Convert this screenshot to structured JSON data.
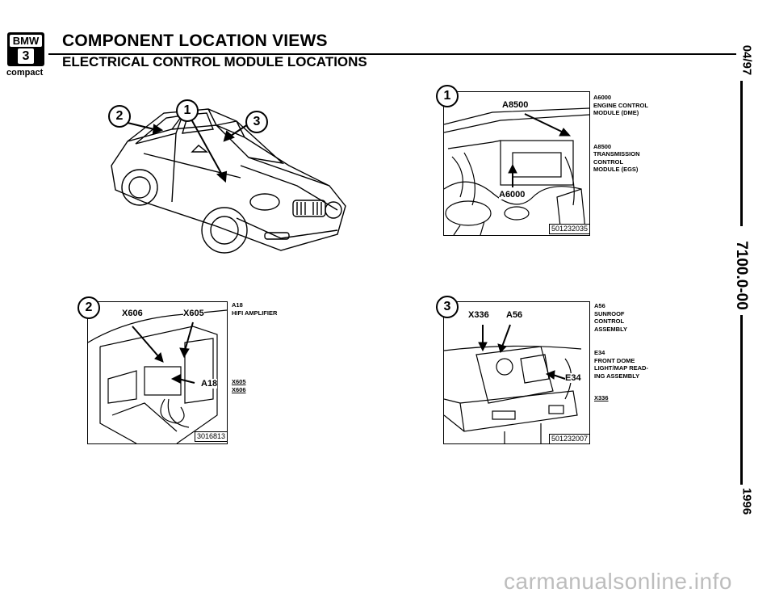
{
  "header": {
    "logo_top": "BMW",
    "logo_bottom": "3",
    "compact": "compact",
    "title": "COMPONENT LOCATION VIEWS",
    "subtitle": "ELECTRICAL CONTROL MODULE LOCATIONS"
  },
  "side": {
    "date": "04/97",
    "doc_number": "7100.0-00",
    "year": "1996"
  },
  "overview": {
    "callouts": [
      "1",
      "2",
      "3"
    ]
  },
  "panel1": {
    "number": "1",
    "labels": {
      "a8500": "A8500",
      "a6000": "A6000"
    },
    "figure": "501232035",
    "legend": [
      {
        "code": "A6000",
        "desc": "ENGINE CONTROL MODULE (DME)"
      },
      {
        "code": "A8500",
        "desc": "TRANSMISSION CONTROL MODULE (EGS)"
      }
    ]
  },
  "panel2": {
    "number": "2",
    "labels": {
      "x606": "X606",
      "x605": "X605",
      "a18": "A18"
    },
    "figure": "3016813",
    "legend": [
      {
        "code": "A18",
        "desc": "HIFI AMPLIFIER"
      }
    ],
    "connectors": [
      "X605",
      "X606"
    ]
  },
  "panel3": {
    "number": "3",
    "labels": {
      "x336": "X336",
      "a56": "A56",
      "e34": "E34"
    },
    "figure": "501232007",
    "legend": [
      {
        "code": "A56",
        "desc": "SUNROOF CONTROL ASSEMBLY"
      },
      {
        "code": "E34",
        "desc": "FRONT DOME LIGHT/MAP READ-ING ASSEMBLY"
      }
    ],
    "connectors": [
      "X336"
    ]
  },
  "watermark": "carmanualsonline.info"
}
